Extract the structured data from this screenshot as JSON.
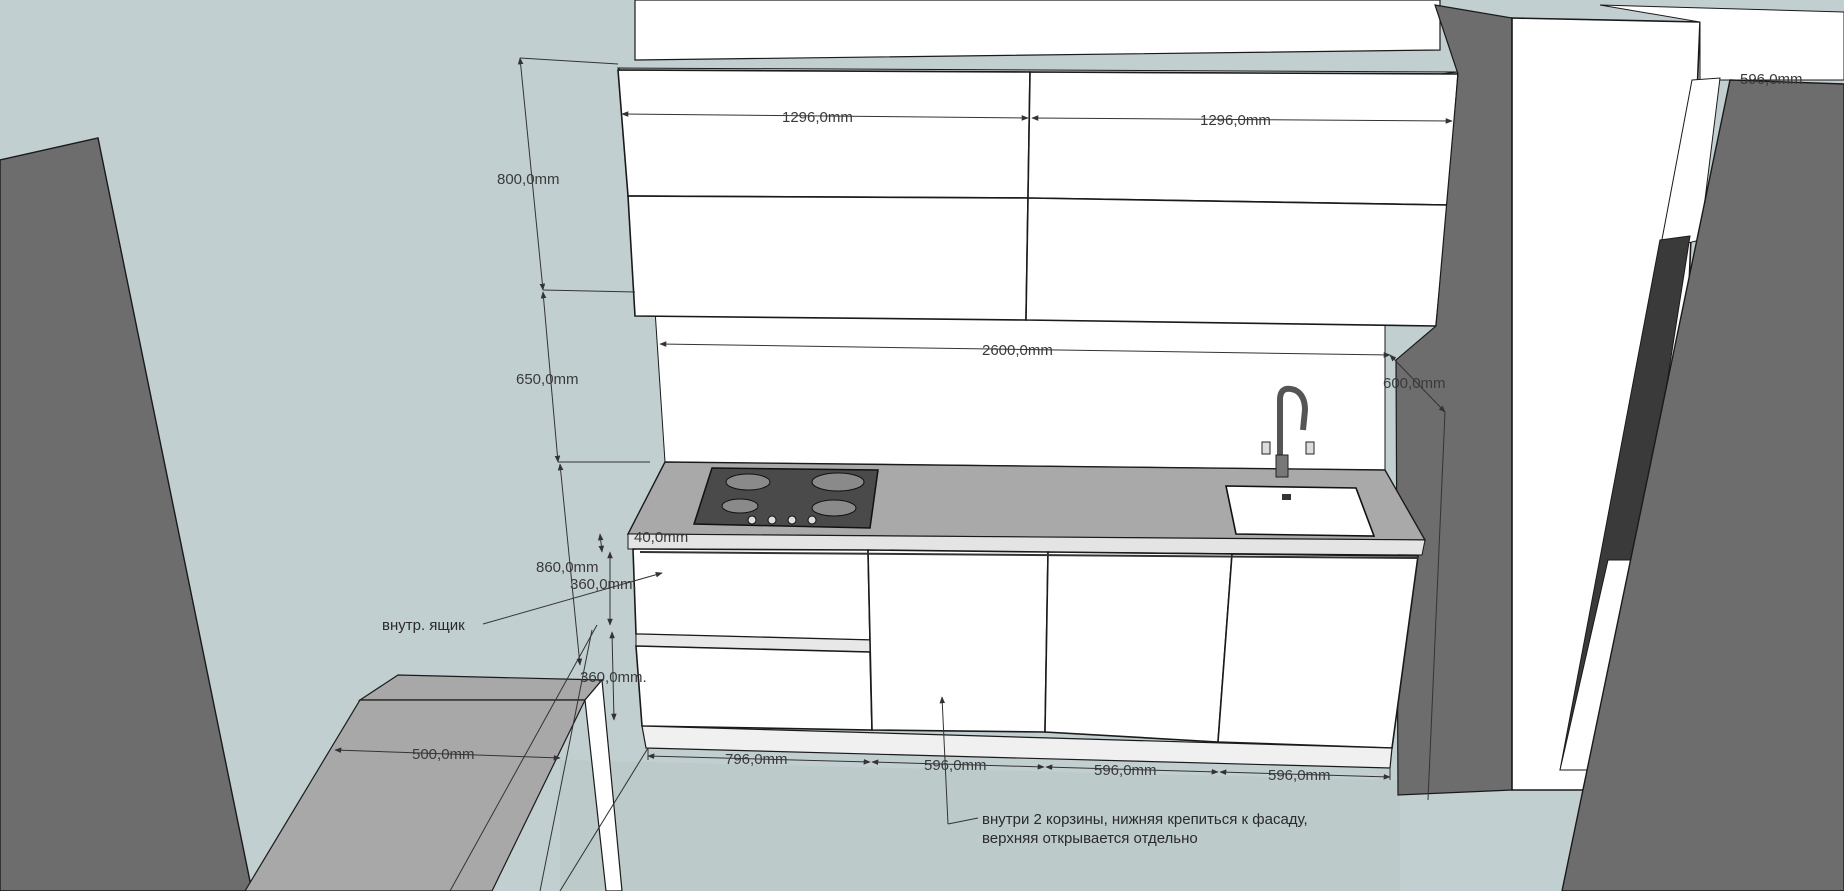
{
  "colors": {
    "background": "#c2cfd1",
    "dark_panel": "#6f6f6f",
    "cabinet": "#ffffff",
    "countertop": "#a9a9a9",
    "floor_table": "#a8a8a8",
    "line": "#1a1a1a",
    "dim_text": "#3a3a3a"
  },
  "dimensions": {
    "upper_left_width": "1296,0mm",
    "upper_right_width": "1296,0mm",
    "upper_height": "800,0mm",
    "backsplash_height": "650,0mm",
    "counter_length": "2600,0mm",
    "side_depth": "600,0mm",
    "counter_thickness": "40,0mm",
    "base_height": "860,0mm",
    "drawer_top": "360,0mm.",
    "drawer_bottom": "360,0mm.",
    "table_depth": "500,0mm",
    "base_w1": "796,0mm",
    "base_w2": "596,0mm",
    "base_w3": "596,0mm",
    "base_w4": "596,0mm",
    "far_right": "596,0mm"
  },
  "notes": {
    "inner_drawer": "внутр. ящик",
    "baskets_line1": "внутри 2 корзины, нижняя крепиться к фасаду,",
    "baskets_line2": "верхняя открывается отдельно"
  }
}
